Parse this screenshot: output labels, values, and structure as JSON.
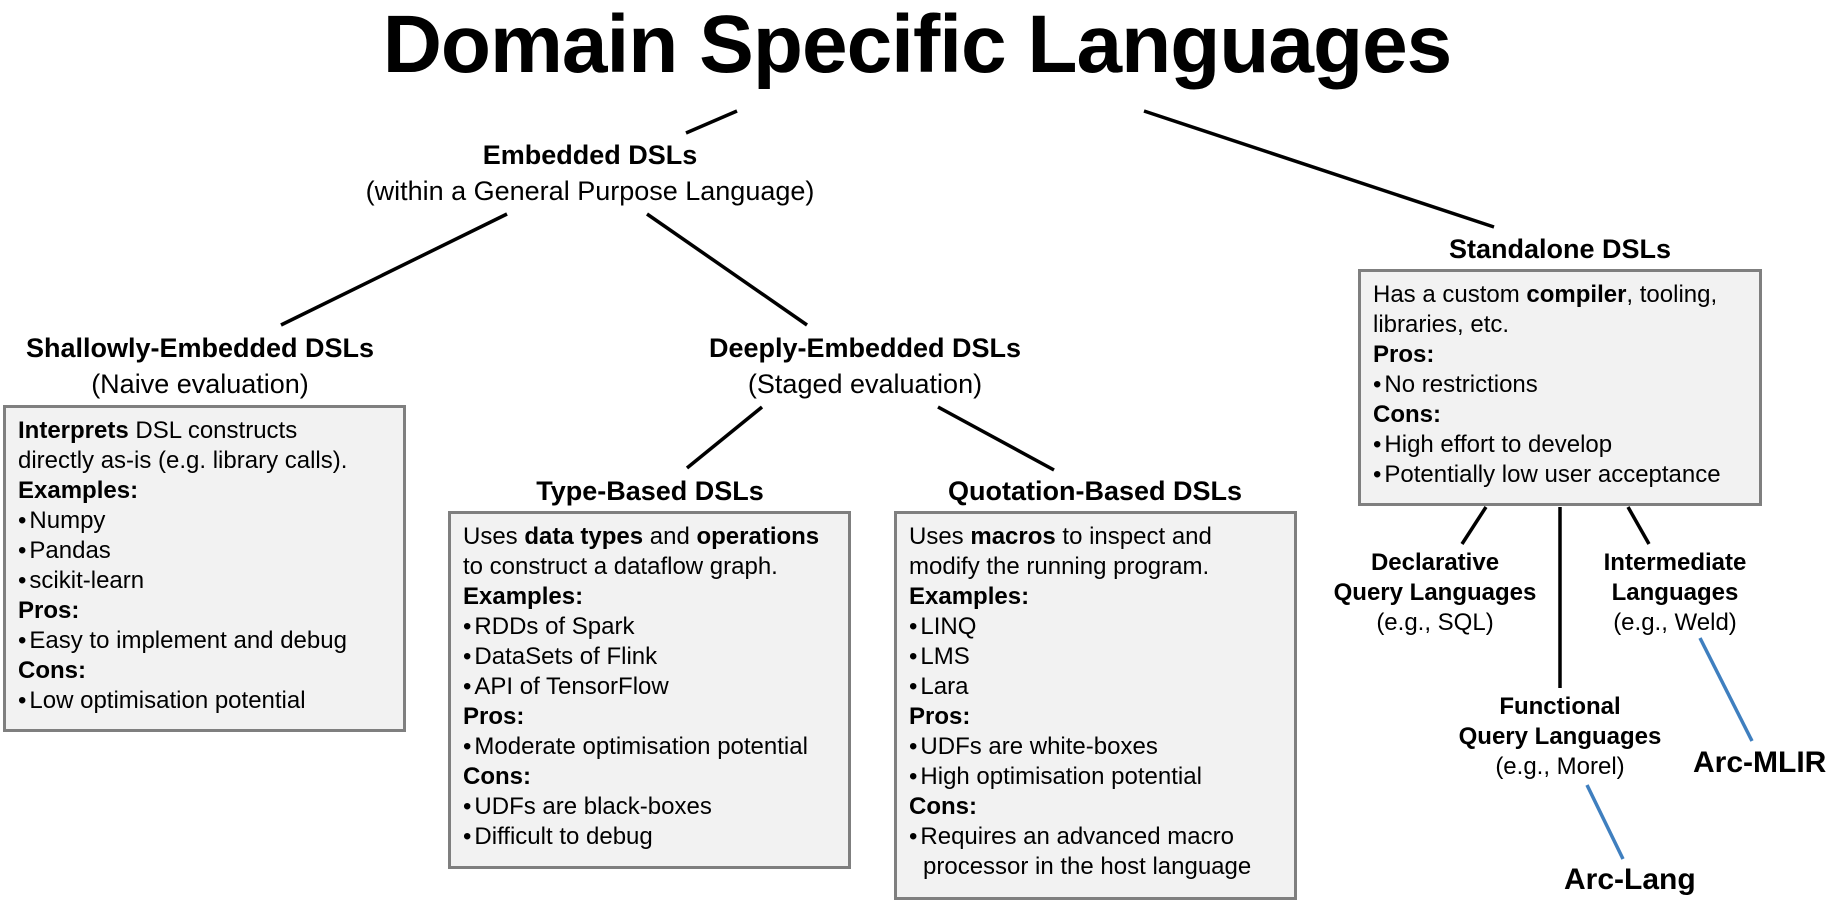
{
  "title": "Domain Specific Languages",
  "embedded": {
    "title": "Embedded DSLs",
    "subtitle": "(within a General Purpose Language)"
  },
  "shallow": {
    "title": "Shallowly-Embedded DSLs",
    "subtitle": "(Naive evaluation)",
    "desc_bold": "Interprets",
    "desc_rest1": " DSL constructs",
    "desc_line2": "directly as-is (e.g. library calls).",
    "examples_label": "Examples:",
    "examples": [
      "Numpy",
      "Pandas",
      "scikit-learn"
    ],
    "pros_label": "Pros:",
    "pros": [
      "Easy to implement and debug"
    ],
    "cons_label": "Cons:",
    "cons": [
      "Low optimisation potential"
    ]
  },
  "deep": {
    "title": "Deeply-Embedded DSLs",
    "subtitle": "(Staged evaluation)"
  },
  "type_based": {
    "title": "Type-Based DSLs",
    "d1": "Uses ",
    "d1_bold_a": "data types",
    "d1_mid": " and ",
    "d1_bold_b": "operations",
    "d2": "to construct a dataflow graph.",
    "examples_label": "Examples:",
    "examples": [
      "RDDs of Spark",
      "DataSets of Flink",
      "API of TensorFlow"
    ],
    "pros_label": "Pros:",
    "pros": [
      "Moderate optimisation potential"
    ],
    "cons_label": "Cons:",
    "cons": [
      "UDFs are black-boxes",
      "Difficult to debug"
    ]
  },
  "quotation": {
    "title": "Quotation-Based DSLs",
    "d1": "Uses ",
    "d1_bold": "macros",
    "d1_rest": " to inspect and",
    "d2": "modify the running program.",
    "examples_label": "Examples:",
    "examples": [
      "LINQ",
      "LMS",
      "Lara"
    ],
    "pros_label": "Pros:",
    "pros": [
      "UDFs are white-boxes",
      "High optimisation potential"
    ],
    "cons_label": "Cons:",
    "cons": [
      "Requires an advanced macro",
      "processor in the host language"
    ]
  },
  "standalone": {
    "title": "Standalone DSLs",
    "d1": "Has a custom ",
    "d1_bold": "compiler",
    "d1_rest": ", tooling,",
    "d2": "libraries, etc.",
    "pros_label": "Pros:",
    "pros": [
      "No restrictions"
    ],
    "cons_label": "Cons:",
    "cons": [
      "High effort to develop",
      "Potentially low user acceptance"
    ]
  },
  "declarative": {
    "l1": "Declarative",
    "l2": "Query Languages",
    "sub": "(e.g., SQL)"
  },
  "intermediate": {
    "l1": "Intermediate",
    "l2": "Languages",
    "sub": "(e.g., Weld)"
  },
  "functional": {
    "l1": "Functional",
    "l2": "Query Languages",
    "sub": "(e.g., Morel)"
  },
  "arc_mlir": "Arc-MLIR",
  "arc_lang": "Arc-Lang",
  "colors": {
    "box_border": "#7f7f7f",
    "box_fill": "#f2f2f2",
    "blue_line": "#3f7fbf"
  }
}
